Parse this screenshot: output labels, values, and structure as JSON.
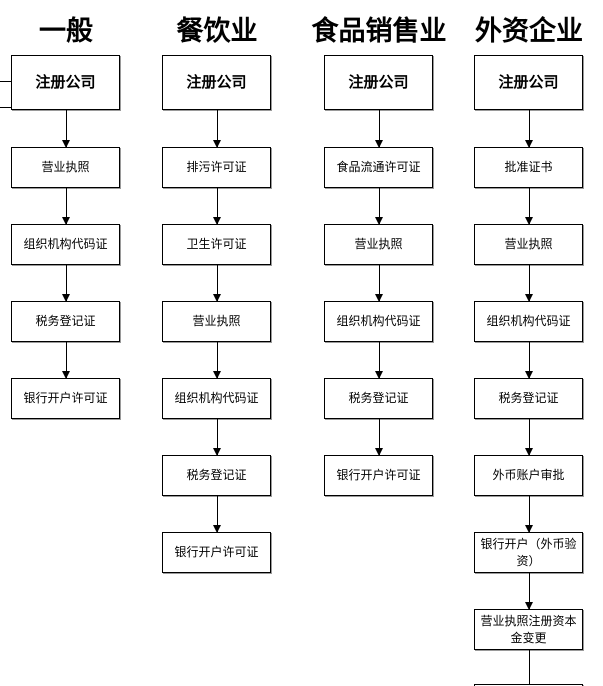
{
  "columns": [
    {
      "title": "一般",
      "steps": [
        "注册公司",
        "营业执照",
        "组织机构代码证",
        "税务登记证",
        "银行开户许可证"
      ]
    },
    {
      "title": "餐饮业",
      "steps": [
        "注册公司",
        "排污许可证",
        "卫生许可证",
        "营业执照",
        "组织机构代码证",
        "税务登记证",
        "银行开户许可证"
      ]
    },
    {
      "title": "食品销售业",
      "steps": [
        "注册公司",
        "食品流通许可证",
        "营业执照",
        "组织机构代码证",
        "税务登记证",
        "银行开户许可证"
      ]
    },
    {
      "title": "外资企业",
      "steps": [
        "注册公司",
        "批准证书",
        "营业执照",
        "组织机构代码证",
        "税务登记证",
        "外币账户审批",
        "银行开户（外币验资）",
        "营业执照注册资本金变更"
      ]
    }
  ]
}
